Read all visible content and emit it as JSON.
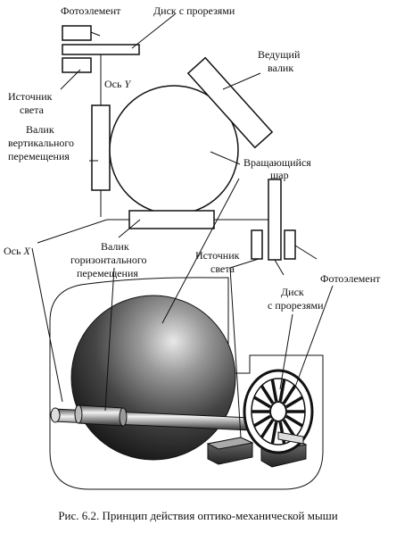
{
  "labels": {
    "photo_top": "Фотоэлемент",
    "disk_top": "Диск с прорезями",
    "drive_roller_1": "Ведущий",
    "drive_roller_2": "валик",
    "axis_y_text": "Ось ",
    "axis_y_var": "Y",
    "light_top_1": "Источник",
    "light_top_2": "света",
    "vroller_1": "Валик",
    "vroller_2": "вертикального",
    "vroller_3": "перемещения",
    "ball_1": "Вращающийся",
    "ball_2": "шар",
    "axis_x_text": "Ось ",
    "axis_x_var": "X",
    "hroller_1": "Валик",
    "hroller_2": "горизонтального",
    "hroller_3": "перемещения",
    "light_right_1": "Источник",
    "light_right_2": "света",
    "photo_right": "Фотоэлемент",
    "disk_right_1": "Диск",
    "disk_right_2": "с прорезями"
  },
  "caption": "Рис. 6.2. Принцип действия оптико-механической мыши"
}
